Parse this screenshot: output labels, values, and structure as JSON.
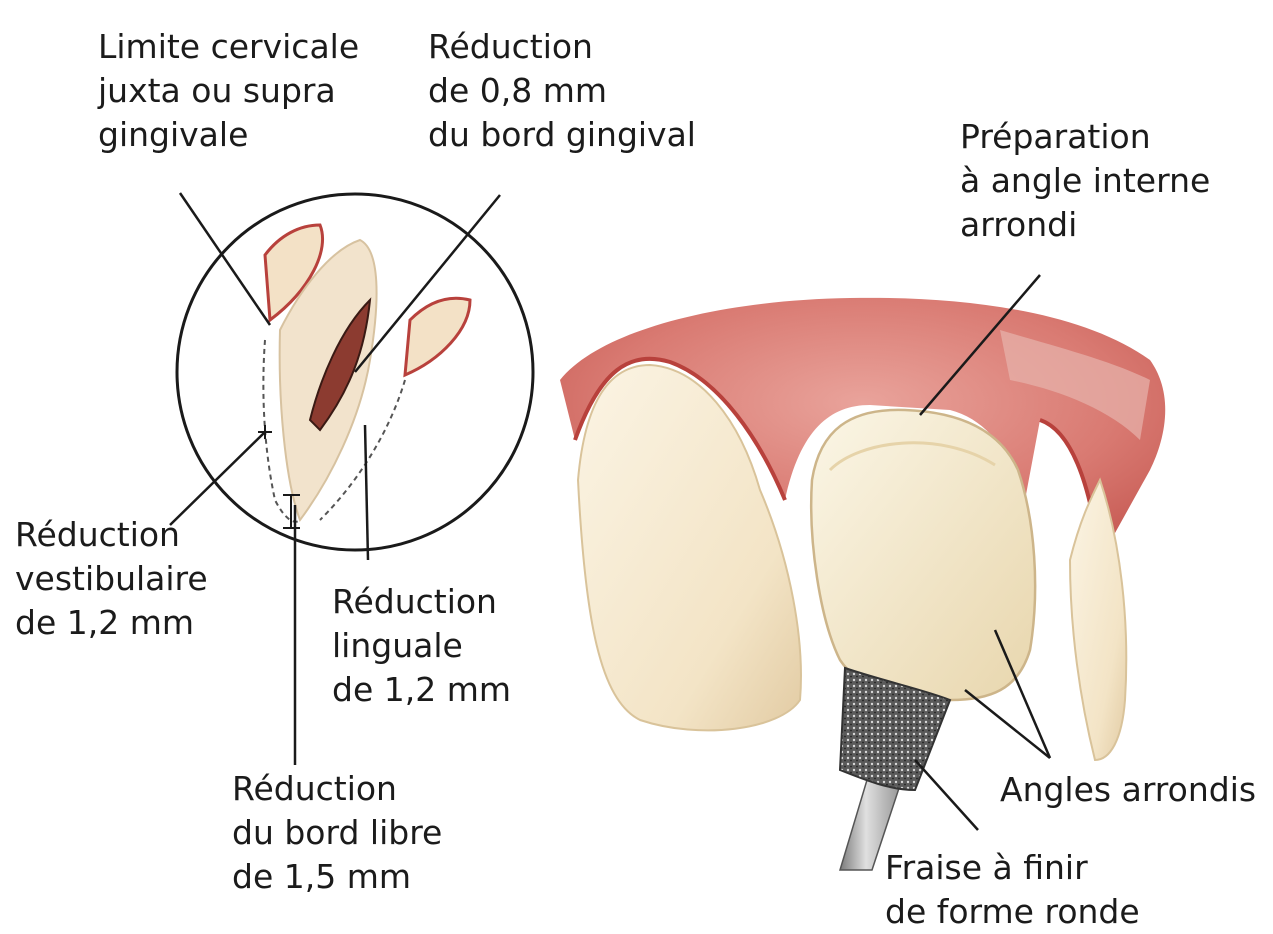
{
  "labels": {
    "cervical": [
      "Limite cervicale",
      "juxta ou supra",
      "gingivale"
    ],
    "reduction_gingival": [
      "Réduction",
      "de 0,8 mm",
      "du bord gingival"
    ],
    "preparation": [
      "Préparation",
      "à angle interne",
      "arrondi"
    ],
    "vestibular": [
      "Réduction",
      "vestibulaire",
      "de 1,2 mm"
    ],
    "lingual": [
      "Réduction",
      "linguale",
      "de 1,2 mm"
    ],
    "free_edge": [
      "Réduction",
      "du bord libre",
      "de 1,5 mm"
    ],
    "rounded_angles": "Angles arrondis",
    "bur": [
      "Fraise à finir",
      "de forme ronde"
    ]
  },
  "colors": {
    "gum": "#d97a72",
    "gum_dark": "#b8413c",
    "tooth": "#f7ecd3",
    "tooth_shadow": "#e6d2ad",
    "leader_lines": "#1a1a1a"
  }
}
